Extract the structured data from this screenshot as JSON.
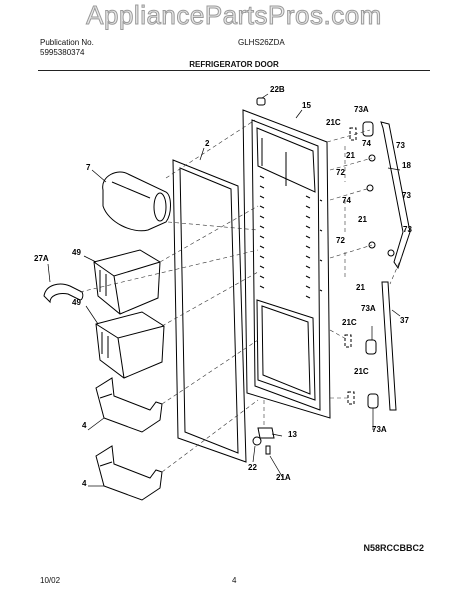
{
  "watermark": "AppliancePartsPros.com",
  "header": {
    "pub_label": "Publication No.",
    "pub_number": "5995380374",
    "model_fragment": "GLHS26ZDA",
    "section_title": "REFRIGERATOR DOOR"
  },
  "callouts": [
    "22B",
    "15",
    "73A",
    "21C",
    "73",
    "74",
    "21",
    "18",
    "7",
    "2",
    "72",
    "74",
    "73",
    "21",
    "49",
    "27A",
    "72",
    "73",
    "21",
    "49",
    "73A",
    "21C",
    "37",
    "21C",
    "4",
    "13",
    "73A",
    "22",
    "21A",
    "4"
  ],
  "drawing_code": "N58RCCBBC2",
  "footer": {
    "date": "10/02",
    "page": "4"
  }
}
